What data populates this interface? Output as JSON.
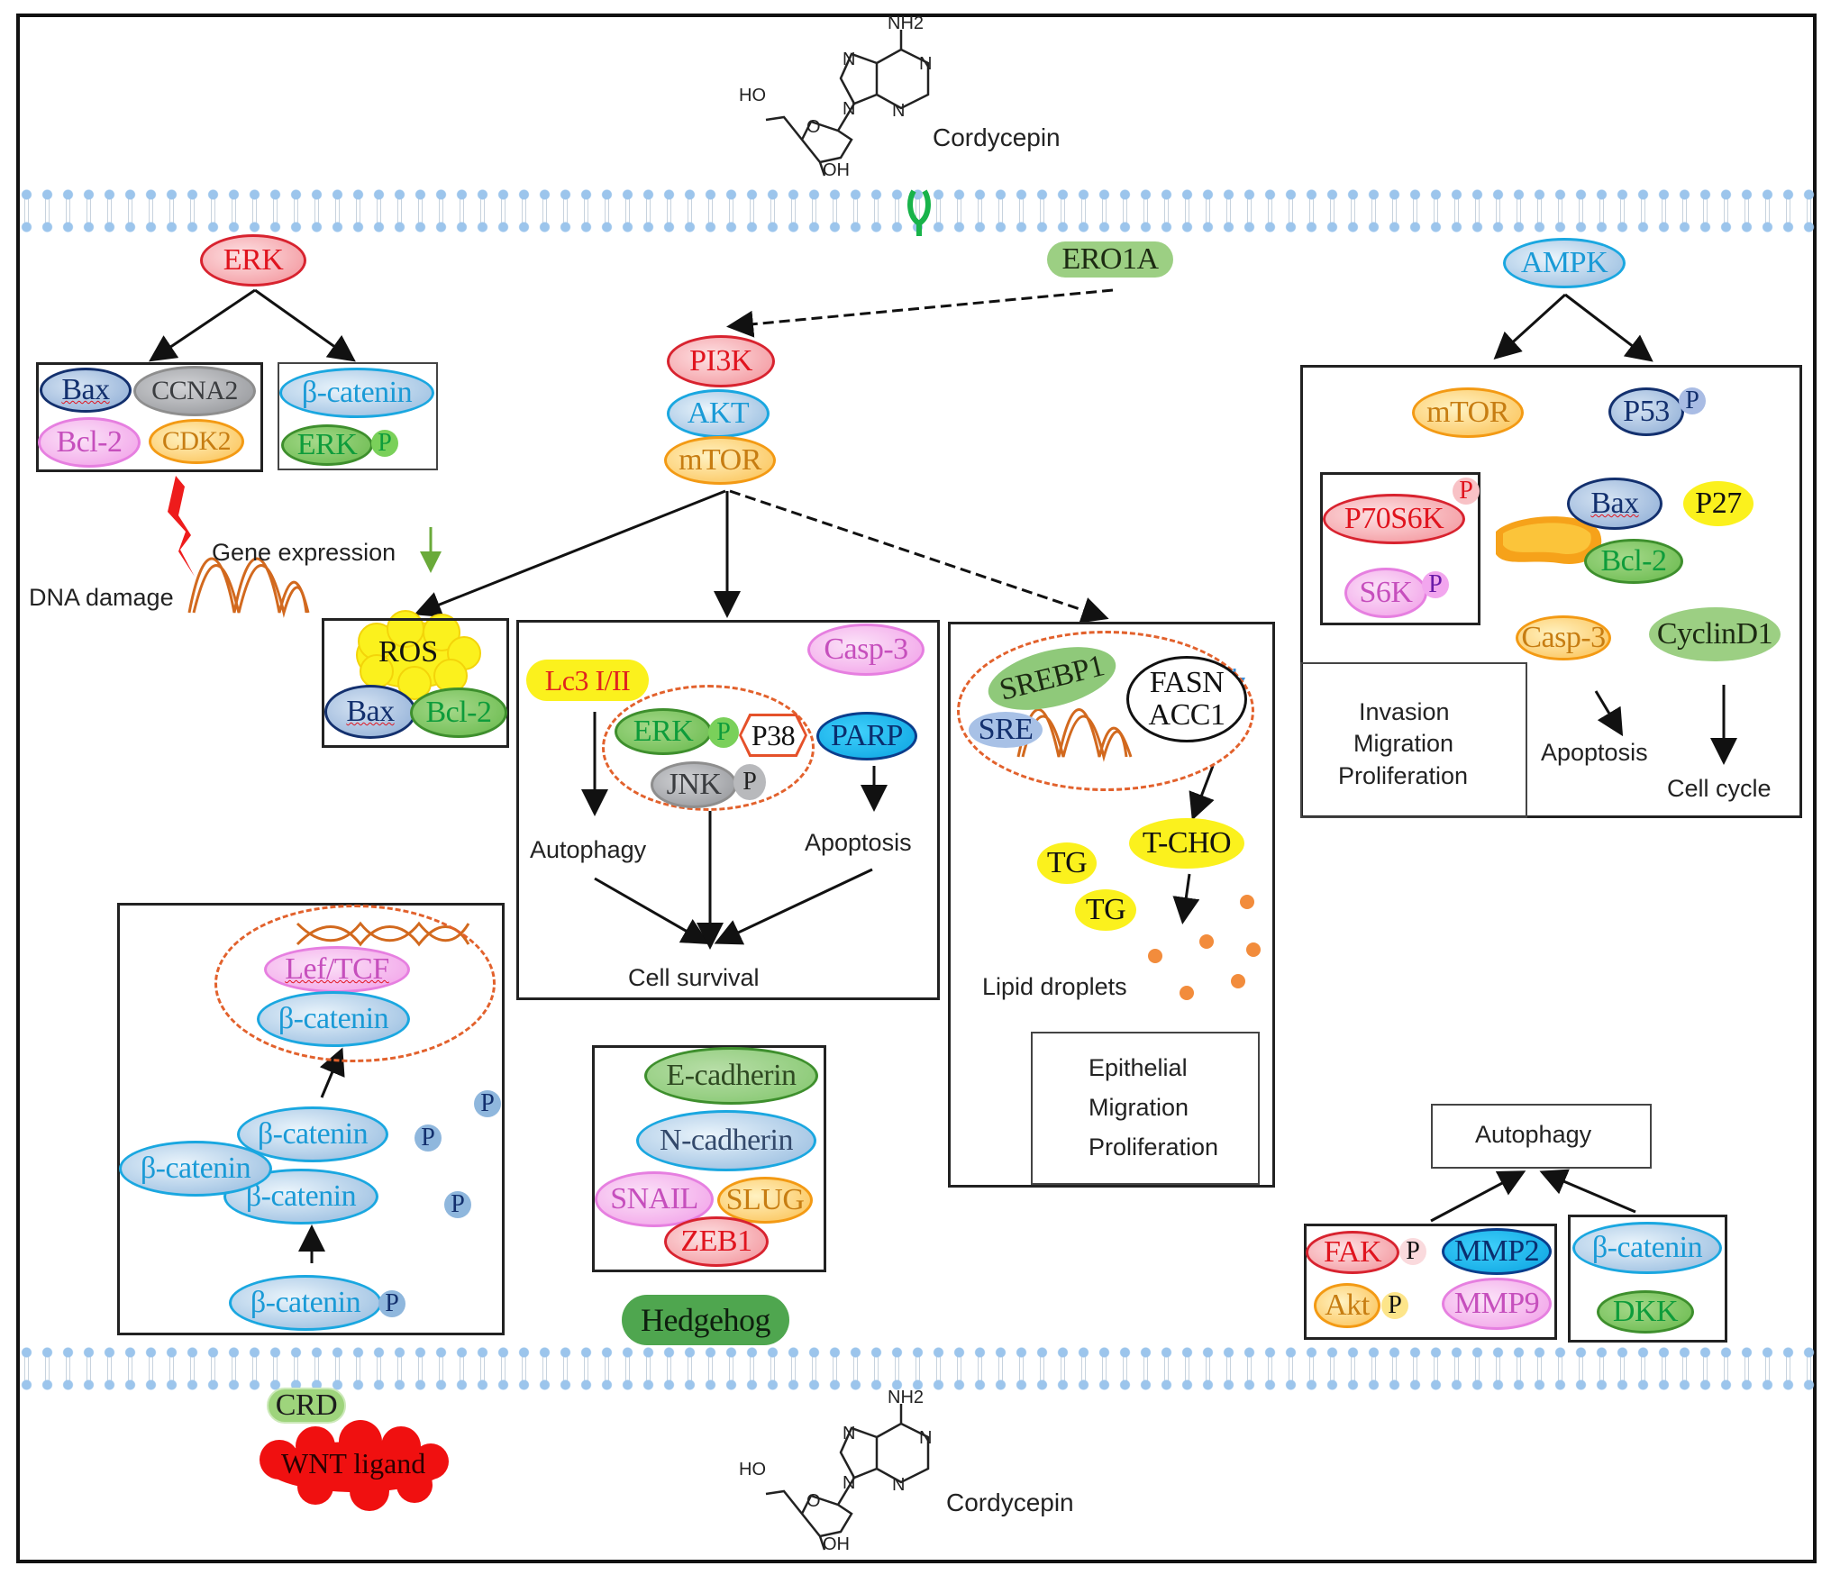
{
  "drug": {
    "name": "Cordycepin",
    "atoms": {
      "nh2": "NH2",
      "n": "N",
      "o": "O",
      "ho": "HO",
      "oh": "OH"
    }
  },
  "erk_module": {
    "root": "ERK",
    "left_group": [
      "Bax",
      "CCNA2",
      "Bcl-2",
      "CDK2"
    ],
    "right_group": [
      "β-catenin",
      "ERK",
      "P"
    ],
    "dna_damage": "DNA damage",
    "gene_expression": "Gene expression"
  },
  "ero1a": "ERO1A",
  "pi3k_stack": [
    "PI3K",
    "AKT",
    "mTOR"
  ],
  "ros_box": {
    "ros": "ROS",
    "bax": "Bax",
    "bcl2": "Bcl-2"
  },
  "survival_box": {
    "lc3": "Lc3 I/II",
    "casp3": "Casp-3",
    "erk": "ERK",
    "p": "P",
    "p38": "P38",
    "jnk": "JNK",
    "parp": "PARP",
    "autophagy": "Autophagy",
    "apoptosis": "Apoptosis",
    "cell_survival": "Cell survival"
  },
  "lipid_box": {
    "srebp1": "SREBP1",
    "sre": "SRE",
    "fasn": "FASN",
    "acc1": "ACC1",
    "tcho": "T-CHO",
    "tg": [
      "TG",
      "TG"
    ],
    "lipid_droplets": "Lipid droplets",
    "outcomes": [
      "Epithelial",
      "Migration",
      "Proliferation"
    ]
  },
  "ampk_module": {
    "root": "AMPK",
    "mtor": "mTOR",
    "p53": "P53",
    "p": "P",
    "p70s6k": "P70S6K",
    "s6k": "S6K",
    "bax": "Bax",
    "p27": "P27",
    "bcl2": "Bcl-2",
    "casp3": "Casp-3",
    "cyclind1": "CyclinD1",
    "outcomes": [
      "Invasion",
      "Migration",
      "Proliferation"
    ],
    "apoptosis": "Apoptosis",
    "cell_cycle": "Cell cycle"
  },
  "wnt_box": {
    "lef_tcf": "Lef/TCF",
    "beta_catenin": "β-catenin",
    "p": "P"
  },
  "emt_box": [
    "E-cadherin",
    "N-cadherin",
    "SNAIL",
    "SLUG",
    "ZEB1"
  ],
  "hedgehog": "Hedgehog",
  "autophagy_module": {
    "title": "Autophagy",
    "left_group": [
      "FAK",
      "P",
      "MMP2",
      "Akt",
      "P",
      "MMP9"
    ],
    "right_group": [
      "β-catenin",
      "DKK"
    ]
  },
  "crd": "CRD",
  "wnt_ligand": "WNT ligand",
  "colors": {
    "arrow": "#111111",
    "dashed_circle": "#e2612c",
    "membrane": "#9cc5ec",
    "receptor": "#18b34a",
    "dna": "#d2691e",
    "lightning": "#ee1c1c"
  }
}
